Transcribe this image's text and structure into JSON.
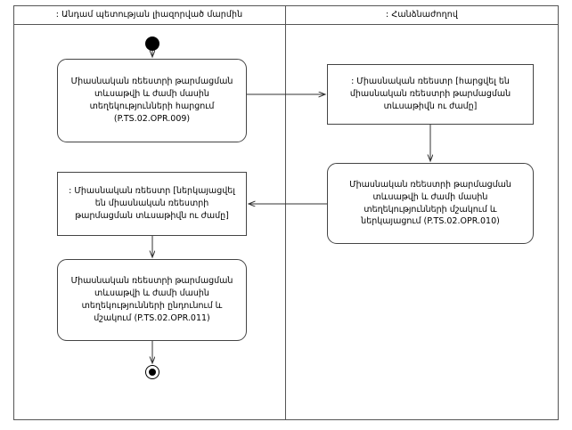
{
  "diagram": {
    "type": "uml-activity-diagram",
    "title": "",
    "lanes": [
      {
        "id": "lane-left",
        "label": ": Անդամ պետության լիազորված մարմին"
      },
      {
        "id": "lane-right",
        "label": ": Հանձնաժողով"
      }
    ],
    "nodes": {
      "start": {
        "kind": "initial-node",
        "label": ""
      },
      "end": {
        "kind": "final-node",
        "label": ""
      },
      "a": {
        "kind": "activity",
        "shape": "rounded",
        "lane": "lane-left",
        "label": "Միասնական ռեեստրի թարմացման տևսաթվի և ժամի մասին տեղեկությունների հարցում (P.TS.02.OPR.009)"
      },
      "b": {
        "kind": "object",
        "shape": "rectangle",
        "lane": "lane-right",
        "label": ": Միասնական ռեեստր [հարցվել են միասնական ռեեստրի թարմացման տևսաթիվն ու ժամը]"
      },
      "c": {
        "kind": "activity",
        "shape": "rounded",
        "lane": "lane-right",
        "label": "Միասնական ռեեստրի թարմացման տևսաթվի և ժամի մասին տեղեկությունների մշակում և ներկայացում (P.TS.02.OPR.010)"
      },
      "d": {
        "kind": "object",
        "shape": "rectangle",
        "lane": "lane-left",
        "label": ": Միասնական ռեեստր [ներկայացվել են միասնական ռեեստրի թարմացման տևսաթիվն ու ժամը]"
      },
      "e": {
        "kind": "activity",
        "shape": "rounded",
        "lane": "lane-left",
        "label": "Միասնական ռեեստրի թարմացման տևսաթվի և ժամի մասին տեղեկությունների ընդունում և մշակում (P.TS.02.OPR.011)"
      }
    },
    "edges": [
      {
        "from": "start",
        "to": "a"
      },
      {
        "from": "a",
        "to": "b"
      },
      {
        "from": "b",
        "to": "c"
      },
      {
        "from": "c",
        "to": "d"
      },
      {
        "from": "d",
        "to": "e"
      },
      {
        "from": "e",
        "to": "end"
      }
    ],
    "colors": {
      "background": "#ffffff",
      "stroke": "#444444",
      "frame": "#555555",
      "text": "#000000",
      "node_fill": "#ffffff"
    }
  }
}
